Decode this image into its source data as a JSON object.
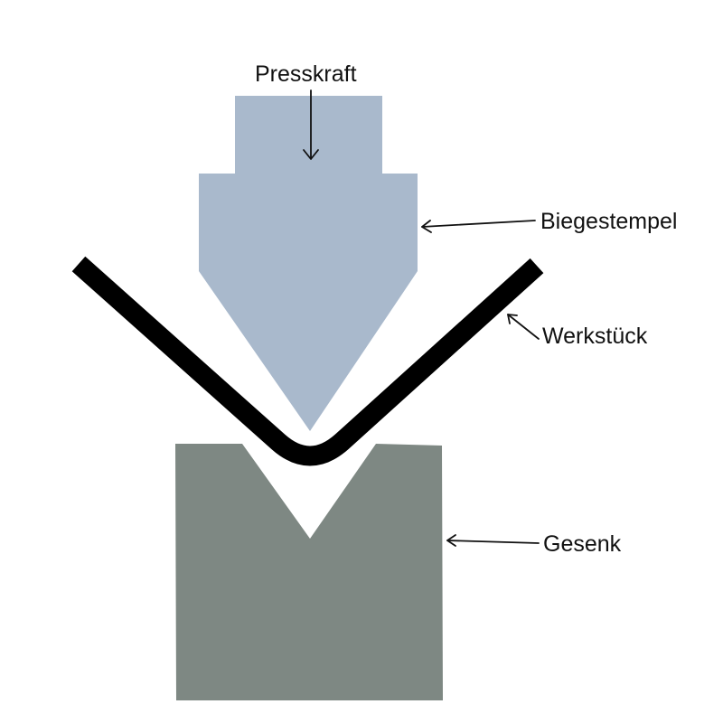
{
  "labels": {
    "press_force": "Presskraft",
    "punch": "Biegestempel",
    "workpiece": "Werkstück",
    "die": "Gesenk"
  },
  "colors": {
    "punch": "#a9b9cc",
    "die": "#7e8883",
    "workpiece": "#000000",
    "text": "#111111",
    "background": "#ffffff"
  }
}
